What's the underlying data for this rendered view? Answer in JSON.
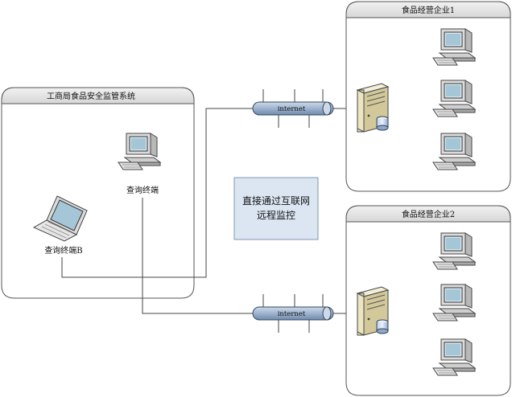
{
  "admin_system": {
    "title": "工商局食品安全监管系统"
  },
  "terminals": {
    "desktop_label": "查询终端",
    "laptop_label": "查询终端B"
  },
  "note": {
    "line1": "直接通过互联网",
    "line2": "远程监控"
  },
  "network": {
    "link_top_label": "internet",
    "link_bottom_label": "internet"
  },
  "enterprise_1": {
    "title": "食品经营企业1"
  },
  "enterprise_2": {
    "title": "食品经营企业2"
  },
  "colors": {
    "panel_header": "#e4e4e4",
    "note_fill": "#dce6f2",
    "pipe_fill": "#a9bed6",
    "server_fill": "#efe9cc",
    "monitor_fill": "#e9e9e9"
  }
}
